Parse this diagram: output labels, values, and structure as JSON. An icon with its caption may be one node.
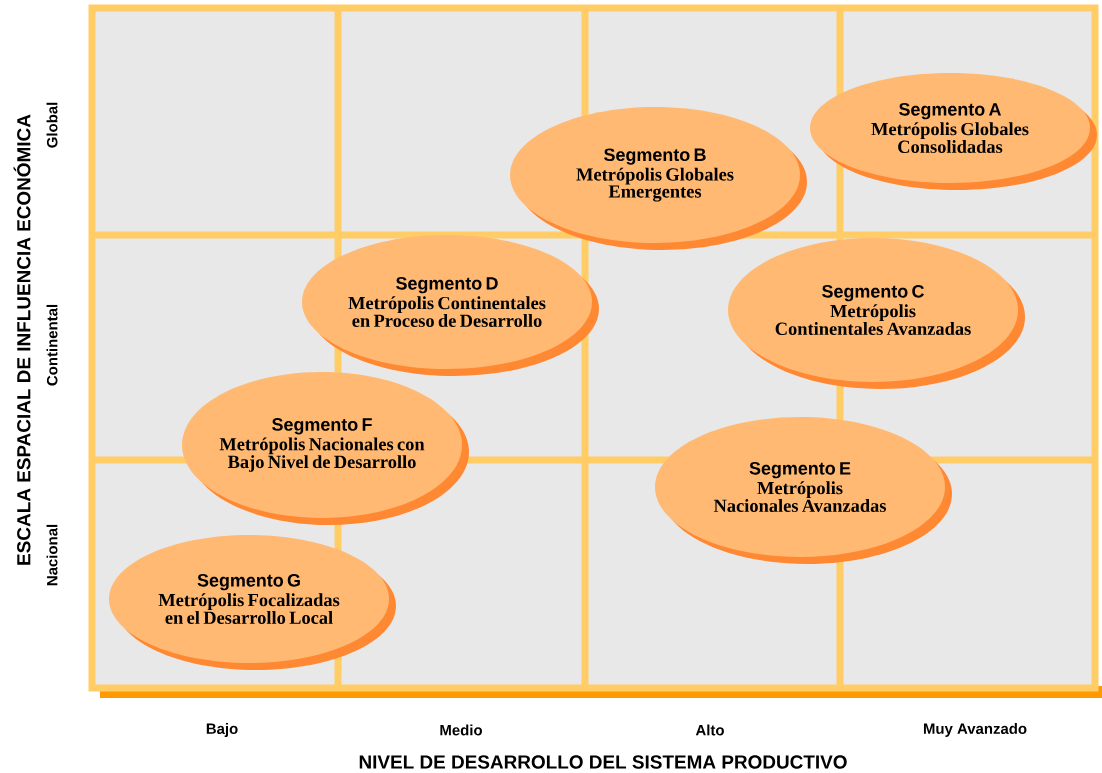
{
  "diagram": {
    "nodes": [
      {
        "text": [
          "Segmento A",
          "Metrópolis Globales Consolidadas"
        ]
      },
      {
        "text": [
          "Segmento B",
          "Metrópolis Globales Emergentes"
        ]
      },
      {
        "text": [
          "Segmento D",
          "Metrópolis Continentales en Proceso de Desarrollo"
        ]
      },
      {
        "text": [
          "Segmento C",
          "Metrópolis Continentales Avanzadas"
        ]
      },
      {
        "text": [
          "Segmento F",
          "Metrópolis Nacionales con Bajo Nivel de Desarrollo"
        ]
      },
      {
        "text": [
          "Segmento E",
          "Metrópolis Nacionales Avanzadas"
        ]
      },
      {
        "text": [
          "Segmento G",
          "Metrópolis Focalizadas en el Desarrollo Local"
        ]
      }
    ],
    "labels": [
      "ESCALA ESPACIAL DE INFLUENCIA ECONÓMICA",
      "Global",
      "Continental",
      "Nacional",
      "Bajo",
      "Medio",
      "Alto",
      "Muy Avanzado",
      "NIVEL DE DESARROLLO DEL SISTEMA PRODUCTIVO"
    ]
  }
}
